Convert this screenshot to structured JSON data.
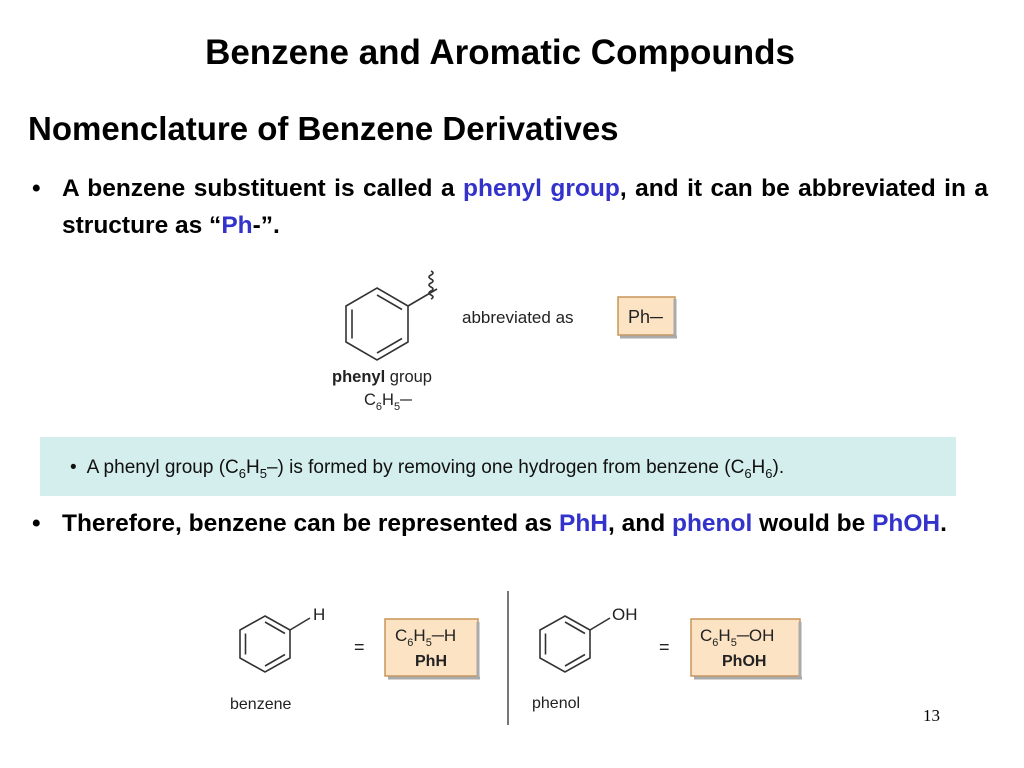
{
  "slide": {
    "title": "Benzene and Aromatic Compounds",
    "subtitle": "Nomenclature of Benzene Derivatives",
    "page_number": "13"
  },
  "bullet1": {
    "symbol": "•",
    "part1": "A benzene substituent is called a ",
    "highlight1": "phenyl group",
    "part2": ", and it can be abbreviated in a structure as “",
    "highlight2": "Ph",
    "part3": "-”."
  },
  "figure1": {
    "abbrev_text": "abbreviated as",
    "ph_label": "Ph",
    "phenyl_label_bold": "phenyl",
    "phenyl_label_rest": " group",
    "formula_c": "C",
    "formula_c_sub": "6",
    "formula_h": "H",
    "formula_h_sub": "5"
  },
  "note": {
    "symbol": "•",
    "t1": "A phenyl group (C",
    "s1": "6",
    "t2": "H",
    "s2": "5",
    "t3": "–) is formed by removing one hydrogen from benzene (C",
    "s3": "6",
    "t4": "H",
    "s4": "6",
    "t5": ")."
  },
  "bullet2": {
    "symbol": "•",
    "part1": "Therefore, benzene can be represented as ",
    "highlight1": "PhH",
    "part2": ", and ",
    "highlight2": "phenol",
    "part3": " would be ",
    "highlight3": "PhOH",
    "part4": "."
  },
  "figure2": {
    "benzene_h": "H",
    "equals": "=",
    "box1_c": "C",
    "box1_c_sub": "6",
    "box1_h": "H",
    "box1_h_sub": "5",
    "box1_tail": "H",
    "box1_label": "PhH",
    "benzene_label": "benzene",
    "phenol_oh": "OH",
    "box2_c": "C",
    "box2_c_sub": "6",
    "box2_h": "H",
    "box2_h_sub": "5",
    "box2_tail": "OH",
    "box2_label": "PhOH",
    "phenol_label": "phenol"
  },
  "colors": {
    "highlight": "#3333cc",
    "box_fill": "#fbe3c4",
    "box_border": "#c8955a",
    "note_background": "#d3eeec"
  }
}
